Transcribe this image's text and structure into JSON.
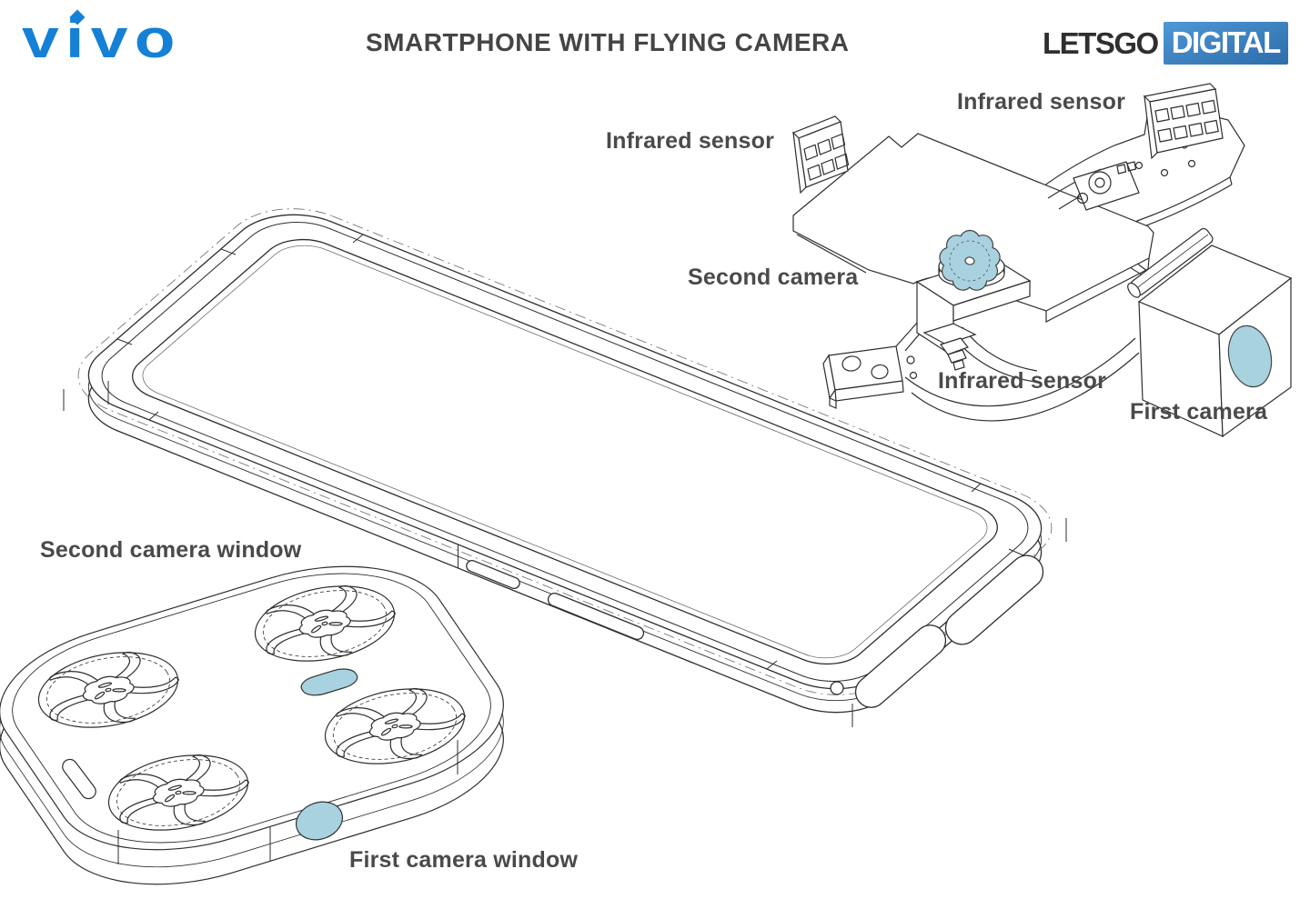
{
  "header": {
    "vivo_logo_text": "vivo",
    "title": "SMARTPHONE WITH FLYING CAMERA",
    "letsgo_text": "LETSGO",
    "digital_text": "DIGITAL"
  },
  "labels": {
    "infrared_sensor_left": "Infrared sensor",
    "infrared_sensor_top": "Infrared sensor",
    "infrared_sensor_bottom": "Infrared sensor",
    "second_camera": "Second camera",
    "first_camera": "First camera",
    "second_camera_window": "Second camera window",
    "first_camera_window": "First camera window"
  },
  "colors": {
    "vivo_blue": "#1480d6",
    "letsgo_box_blue": "#3e86c4",
    "camera_window_blue": "#a9d2e0",
    "label_gray": "#4a4a4a",
    "line_color": "#2e2e2e",
    "background": "#ffffff"
  }
}
